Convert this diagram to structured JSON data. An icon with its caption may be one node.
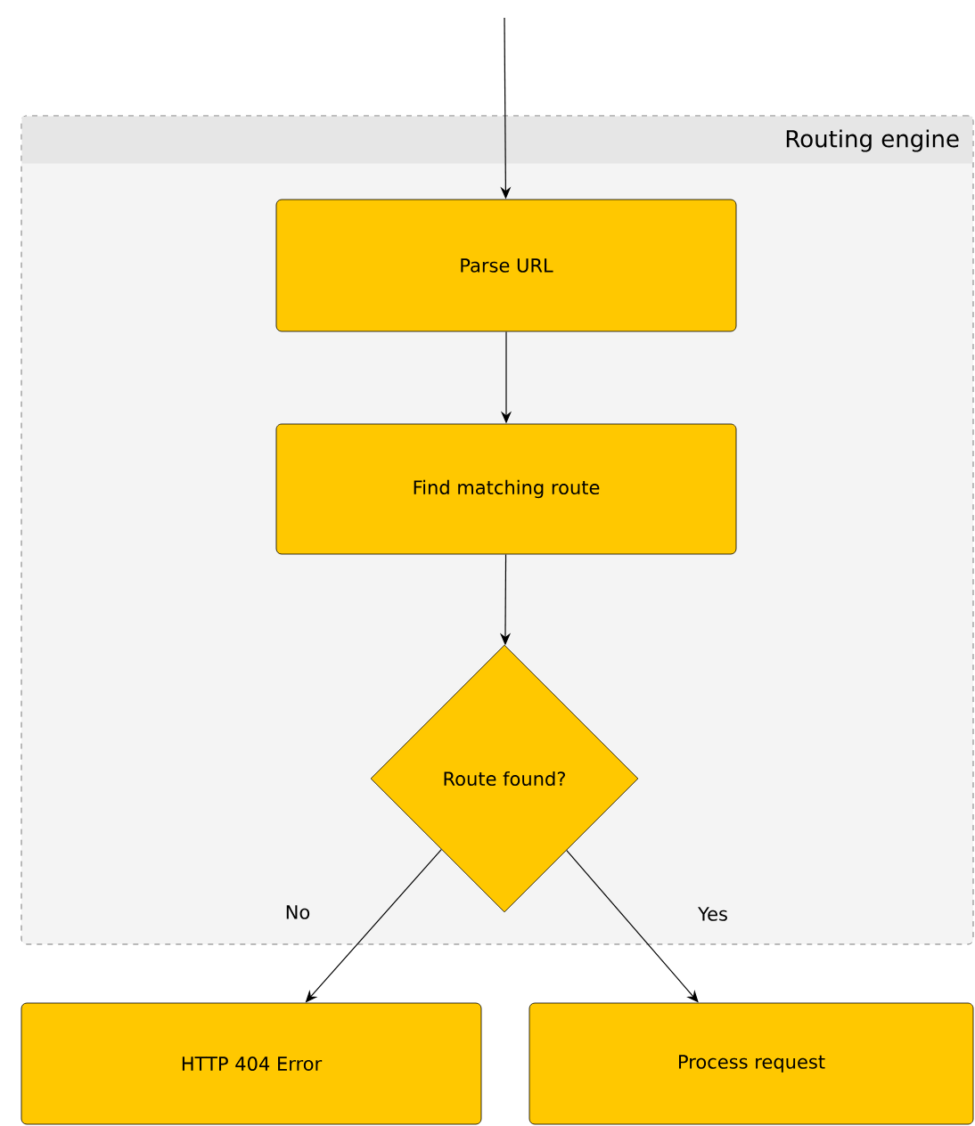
{
  "diagram": {
    "nodes": [
      {
        "text": [
          "Routing engine"
        ]
      },
      {
        "text": [
          "Parse URL"
        ],
        "in": 0
      },
      {
        "text": [
          "Find matching route"
        ],
        "in": 0
      },
      {
        "text": [
          "Route found?"
        ],
        "in": 0
      },
      {
        "text": [
          "HTTP 404 Error"
        ]
      },
      {
        "text": [
          "Process request"
        ]
      }
    ],
    "edges": [
      {
        "from": null,
        "to": 1,
        "arrow": "to"
      },
      {
        "from": 1,
        "to": 2,
        "arrow": "to"
      },
      {
        "from": 2,
        "to": 3,
        "arrow": "to"
      },
      {
        "from": 3,
        "to": 4,
        "arrow": "to",
        "label": "No"
      },
      {
        "from": 3,
        "to": 5,
        "arrow": "to",
        "label": "Yes"
      }
    ]
  }
}
